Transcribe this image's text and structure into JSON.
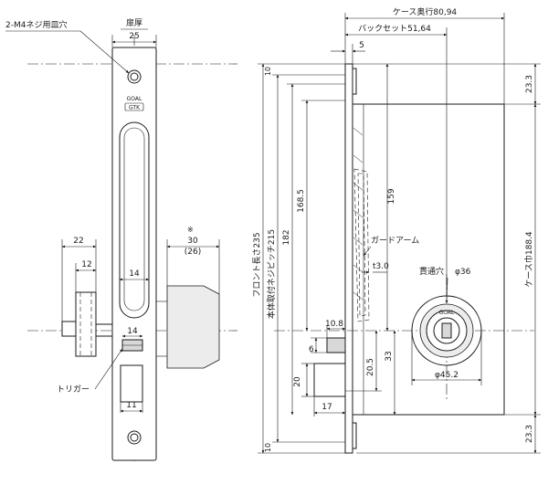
{
  "left_view": {
    "callout_screw_holes": "2-M4ネジ用皿穴",
    "thickness_label": "扉厚",
    "width_25": "25",
    "dim_22": "22",
    "dim_12": "12",
    "dim_14_slot": "14",
    "dim_14_trigger": "14",
    "dim_11": "11",
    "dim_30": "30",
    "dim_30_sub": "(26)",
    "trigger_label": "トリガー",
    "brand_top": "GOAL",
    "brand_bottom": "GTK",
    "note_mark": "※"
  },
  "right_view": {
    "case_depth": "ケース奥行80,94",
    "backset": "バックセット51,64",
    "dim_5": "5",
    "front_length": "フロント長さ235",
    "mount_pitch": "本体取付ネジピッチ215",
    "dim_182": "182",
    "dim_168_5": "168.5",
    "dim_159": "159",
    "dim_10_top": "10",
    "dim_10_bottom": "10",
    "dim_23_3_top": "23.3",
    "dim_23_3_bottom": "23.3",
    "case_width": "ケース巾188.4",
    "guard_arm": "ガードアーム",
    "t3": "t3.0",
    "through_hole": "貫通穴",
    "phi36": "φ36",
    "phi45": "φ45.2",
    "dim_10_8": "10.8",
    "dim_6": "6",
    "dim_20_5": "20.5",
    "dim_33": "33",
    "dim_20": "20",
    "dim_17": "17"
  }
}
